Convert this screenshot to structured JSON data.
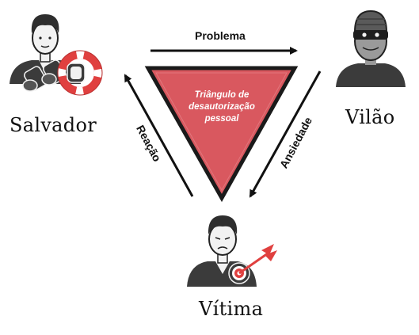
{
  "triangle": {
    "title_lines": [
      "Triângulo de",
      "desautorização",
      "pessoal"
    ],
    "fill": "#d9585f",
    "stroke": "#1a1a1a"
  },
  "roles": {
    "rescuer": "Salvador",
    "villain": "Vilão",
    "victim": "Vítima"
  },
  "edges": {
    "top": "Problema",
    "right": "Ansiedade",
    "left": "Reação"
  },
  "colors": {
    "accent_red": "#e0403f",
    "figure_dark": "#3b3b3b",
    "skin": "#f2f2f2"
  },
  "icons": [
    "rescuer-person-icon",
    "binoculars-icon",
    "lifebuoy-icon",
    "villain-robber-icon",
    "victim-person-icon",
    "target-arrow-icon"
  ]
}
